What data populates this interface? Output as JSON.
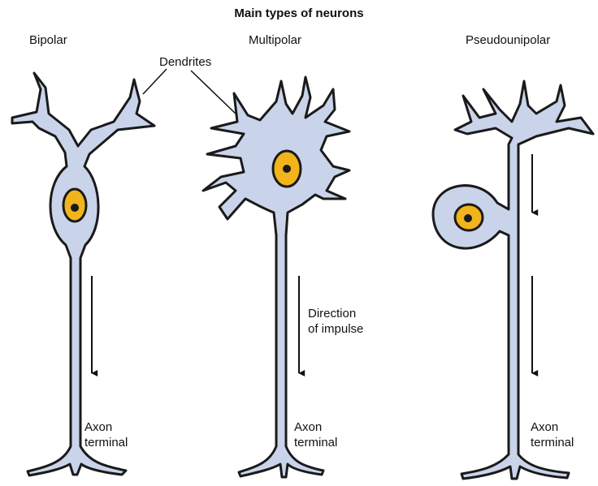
{
  "title": "Main types of neurons",
  "types": [
    {
      "name": "Bipolar",
      "terminal_label": "Axon\nterminal"
    },
    {
      "name": "Multipolar",
      "terminal_label": "Axon\nterminal"
    },
    {
      "name": "Pseudounipolar",
      "terminal_label": "Axon\nterminal"
    }
  ],
  "labels": {
    "dendrites": "Dendrites",
    "direction": "Direction\nof impulse"
  },
  "colors": {
    "cell_fill": "#c9d4ea",
    "outline": "#1a1a1a",
    "nucleus": "#f2b41c"
  }
}
